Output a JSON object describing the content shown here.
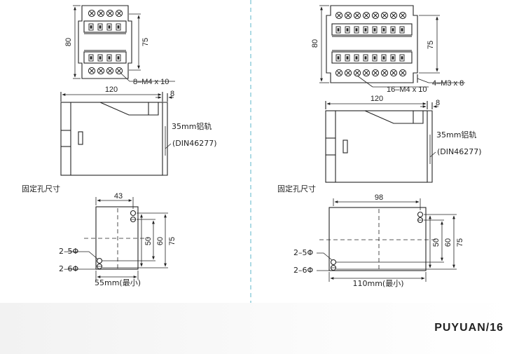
{
  "footer": {
    "brand": "PUYUAN/16"
  },
  "left": {
    "top_dims": {
      "height": "80",
      "pitch": "75"
    },
    "terminal_note": "8–M4 x 10",
    "side_dims": {
      "width": "120",
      "depth": "8"
    },
    "rail_label": "35mm铝轨",
    "rail_standard": "(DIN46277)",
    "mount_title": "固定孔尺寸",
    "mount_dims": {
      "width": "43",
      "h50": "50",
      "h60": "60",
      "h75": "75",
      "hole5": "2–5Φ",
      "hole6": "2–6Φ",
      "min_width": "55mm(最小)"
    }
  },
  "right": {
    "top_dims": {
      "height": "80",
      "pitch": "75"
    },
    "terminal_note": "16–M4 x 10",
    "screw_note": "4–M3 x 8",
    "side_dims": {
      "width": "120",
      "depth": "8"
    },
    "rail_label": "35mm铝轨",
    "rail_standard": "(DIN46277)",
    "mount_title": "固定孔尺寸",
    "mount_dims": {
      "width": "98",
      "h50": "50",
      "h60": "60",
      "h75": "75",
      "hole5": "2–5Φ",
      "hole6": "2–6Φ",
      "min_width": "110mm(最小)"
    }
  }
}
